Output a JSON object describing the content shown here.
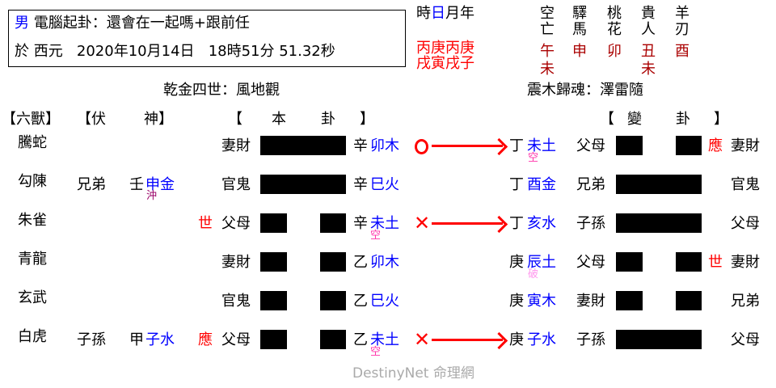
{
  "header": {
    "gender": "男",
    "method_title": "電腦起卦：還會在一起嗎+跟前任",
    "date_prefix": "於 西元",
    "date": "2020年10月14日",
    "time": "18時51分 51.32秒"
  },
  "pillars": {
    "labels": [
      "時",
      "日",
      "月",
      "年"
    ],
    "highlight_index": 1,
    "stems": "丙庚丙庚",
    "branches": "戌寅戌子"
  },
  "shensha": {
    "columns": [
      {
        "name": [
          "空",
          "亡"
        ],
        "values": [
          "午",
          "未"
        ]
      },
      {
        "name": [
          "驛",
          "馬"
        ],
        "values": [
          "申"
        ]
      },
      {
        "name": [
          "桃",
          "花"
        ],
        "values": [
          "卯"
        ]
      },
      {
        "name": [
          "貴",
          "人"
        ],
        "values": [
          "丑",
          "未"
        ]
      },
      {
        "name": [
          "羊",
          "刃"
        ],
        "values": [
          "酉"
        ]
      }
    ]
  },
  "hexagrams": {
    "original_title": "乾金四世：風地觀",
    "changed_title": "震木歸魂：澤雷隨"
  },
  "column_headers": {
    "six_beasts": "【六獸】",
    "hidden_spirit_open": "【伏",
    "hidden_spirit_close": "神】",
    "original_open": "【",
    "original_1": "本",
    "original_2": "卦",
    "original_close": "】",
    "changed_open": "【",
    "changed_1": "變",
    "changed_2": "卦",
    "changed_close": "】"
  },
  "lines": [
    {
      "beast": "騰蛇",
      "hidden_relation": "",
      "hidden_stem": "",
      "hidden_branch": "",
      "hidden_note": "",
      "marker": "",
      "relation": "妻財",
      "yang": true,
      "stem": "辛",
      "branch": "卯木",
      "note": "",
      "moving": "circle",
      "changed_stem": "丁",
      "changed_branch": "未土",
      "changed_note": "空",
      "changed_relation_left": "父母",
      "changed_yang": false,
      "changed_marker": "應",
      "changed_relation_right": "妻財"
    },
    {
      "beast": "勾陳",
      "hidden_relation": "兄弟",
      "hidden_stem": "壬",
      "hidden_branch": "申金",
      "hidden_note": "沖",
      "marker": "",
      "relation": "官鬼",
      "yang": true,
      "stem": "辛",
      "branch": "巳火",
      "note": "",
      "moving": "",
      "changed_stem": "丁",
      "changed_branch": "酉金",
      "changed_note": "",
      "changed_relation_left": "兄弟",
      "changed_yang": true,
      "changed_marker": "",
      "changed_relation_right": "官鬼"
    },
    {
      "beast": "朱雀",
      "hidden_relation": "",
      "hidden_stem": "",
      "hidden_branch": "",
      "hidden_note": "",
      "marker": "世",
      "relation": "父母",
      "yang": false,
      "stem": "辛",
      "branch": "未土",
      "note": "空",
      "moving": "cross",
      "changed_stem": "丁",
      "changed_branch": "亥水",
      "changed_note": "",
      "changed_relation_left": "子孫",
      "changed_yang": true,
      "changed_marker": "",
      "changed_relation_right": "父母"
    },
    {
      "beast": "青龍",
      "hidden_relation": "",
      "hidden_stem": "",
      "hidden_branch": "",
      "hidden_note": "",
      "marker": "",
      "relation": "妻財",
      "yang": false,
      "stem": "乙",
      "branch": "卯木",
      "note": "",
      "moving": "",
      "changed_stem": "庚",
      "changed_branch": "辰土",
      "changed_note": "破",
      "changed_relation_left": "父母",
      "changed_yang": false,
      "changed_marker": "世",
      "changed_relation_right": "妻財"
    },
    {
      "beast": "玄武",
      "hidden_relation": "",
      "hidden_stem": "",
      "hidden_branch": "",
      "hidden_note": "",
      "marker": "",
      "relation": "官鬼",
      "yang": false,
      "stem": "乙",
      "branch": "巳火",
      "note": "",
      "moving": "",
      "changed_stem": "庚",
      "changed_branch": "寅木",
      "changed_note": "",
      "changed_relation_left": "妻財",
      "changed_yang": false,
      "changed_marker": "",
      "changed_relation_right": "兄弟"
    },
    {
      "beast": "白虎",
      "hidden_relation": "子孫",
      "hidden_stem": "甲",
      "hidden_branch": "子水",
      "hidden_note": "",
      "marker": "應",
      "relation": "父母",
      "yang": false,
      "stem": "乙",
      "branch": "未土",
      "note": "空",
      "moving": "cross",
      "changed_stem": "庚",
      "changed_branch": "子水",
      "changed_note": "",
      "changed_relation_left": "子孫",
      "changed_yang": true,
      "changed_marker": "",
      "changed_relation_right": "父母"
    }
  ],
  "watermark": "DestinyNet 命理網",
  "colors": {
    "branch_blue": "#0000ff",
    "marker_red": "#ff0000",
    "shensha_red": "#aa0000",
    "void_pink": "#ff33aa",
    "broken_pink": "#ff99ee",
    "clash_purple": "#990066",
    "watermark_gray": "#aaaaaa"
  }
}
